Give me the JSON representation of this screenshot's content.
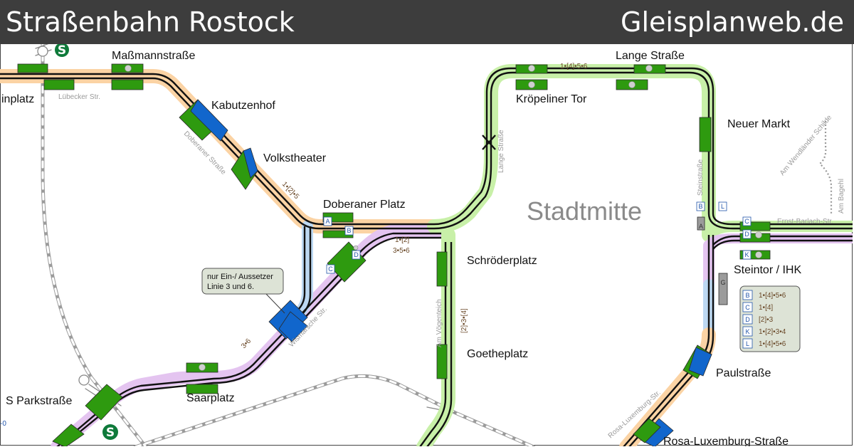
{
  "header": {
    "title": "Straßenbahn Rostock",
    "site": "Gleisplanweb.de"
  },
  "district": "Stadtmitte",
  "stations": {
    "steinplatz": "inplatz",
    "massmannstrasse": "Maßmannstraße",
    "kabutzenhof": "Kabutzenhof",
    "volkstheater": "Volkstheater",
    "doberaner_platz": "Doberaner Platz",
    "schroederplatz": "Schröderplatz",
    "goetheplatz": "Goetheplatz",
    "saarplatz": "Saarplatz",
    "s_parkstrasse": "S Parkstraße",
    "kroepeliner_tor": "Kröpeliner Tor",
    "lange_strasse": "Lange Straße",
    "neuer_markt": "Neuer Markt",
    "steintor_ihk": "Steintor / IHK",
    "paulstrasse": "Paulstraße",
    "rosa_luxemburg_strasse": "Rosa-Luxemburg-Straße"
  },
  "streets": {
    "luebecker": "Lübecker Str.",
    "doberaner": "Doberaner Straße",
    "wismarsche": "Wismarsche Str.",
    "am_voegenteich": "Am Vögenteich",
    "lange_strasse": "Lange Straße",
    "steinstrasse": "Steinstraße",
    "ernst_barlach": "Ernst-Barlach-Str.",
    "am_wendlaender_schilde": "Am Wendländer Schilde",
    "am_bagehl": "Am Bagehl",
    "rosa_luxemburg": "Rosa-Luxemburg-Str."
  },
  "line_labels": {
    "lange_strasse_top": "1•[4]•5•6",
    "doberaner_diag": "1•[2]•5",
    "doberaner_platz_a": "1•[2]",
    "doberaner_platz_b": "3•5•6",
    "wismarsche": "3•6",
    "am_voegenteich": "[2]•3•[4]"
  },
  "note": {
    "line1": "nur Ein-/ Aussetzer",
    "line2": "Linie 3 und 6."
  },
  "platforms": {
    "A": "A",
    "B": "B",
    "C": "C",
    "D": "D",
    "G": "G",
    "K": "K",
    "L": "L"
  },
  "legend": [
    {
      "key": "B",
      "lines": "1•[4]•5•6"
    },
    {
      "key": "C",
      "lines": "1•[4]"
    },
    {
      "key": "D",
      "lines": "[2]•3"
    },
    {
      "key": "K",
      "lines": "1•[2]•3•4"
    },
    {
      "key": "L",
      "lines": "1•[4]•5•6"
    }
  ],
  "sbahn_symbol": "S",
  "edge_fragment": "-0",
  "colors": {
    "header": "#3d3d3d",
    "line_orange": "#fbd3a4",
    "line_green": "#c8f0a8",
    "line_purple": "#e4c4f0",
    "line_blue": "#bcd8f2",
    "platform_green": "#2e9a0f",
    "platform_blue": "#1166cc",
    "track": "#111111",
    "sbahn": "#0e7a3a"
  }
}
